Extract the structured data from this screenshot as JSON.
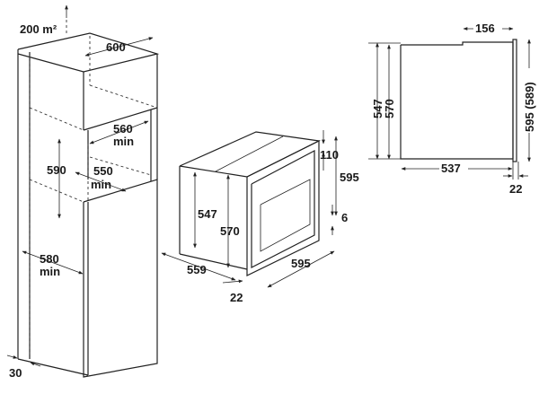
{
  "cabinet": {
    "vent": "200 m²",
    "width": "600",
    "upper_depth": "560",
    "upper_depth_unit": "min",
    "niche_height": "590",
    "lower_depth": "550",
    "lower_depth_unit": "min",
    "side_depth": "580",
    "side_depth_unit": "min",
    "plinth": "30"
  },
  "oven_3d": {
    "body_height_inner": "547",
    "body_height_outer": "570",
    "depth": "559",
    "front_thickness": "22",
    "width": "595",
    "top_offset": "110",
    "height": "595",
    "bottom_offset": "6"
  },
  "side_view": {
    "top_step": "156",
    "height_inner": "547",
    "height_outer": "570",
    "front_height": "595 (589)",
    "depth": "537",
    "front_thickness": "22"
  }
}
